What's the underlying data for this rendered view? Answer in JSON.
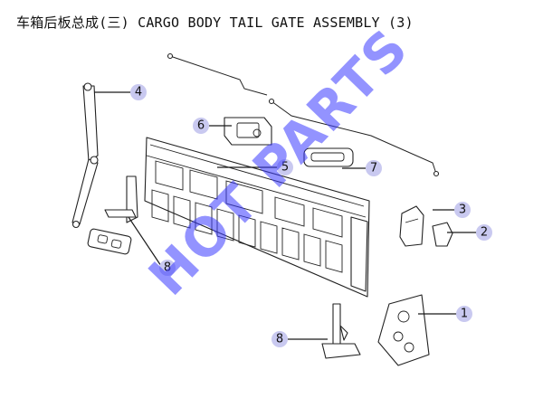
{
  "title": "车箱后板总成(三) CARGO BODY TAIL GATE ASSEMBLY (3)",
  "watermark": "HOT PARTS",
  "callouts": [
    {
      "number": "1"
    },
    {
      "number": "2"
    },
    {
      "number": "3"
    },
    {
      "number": "4"
    },
    {
      "number": "5"
    },
    {
      "number": "6"
    },
    {
      "number": "7"
    },
    {
      "number": "8"
    },
    {
      "number": "8"
    }
  ],
  "colors": {
    "callout_fill": "#c9c9f0",
    "watermark": "#3b3bff",
    "line": "#222222"
  }
}
